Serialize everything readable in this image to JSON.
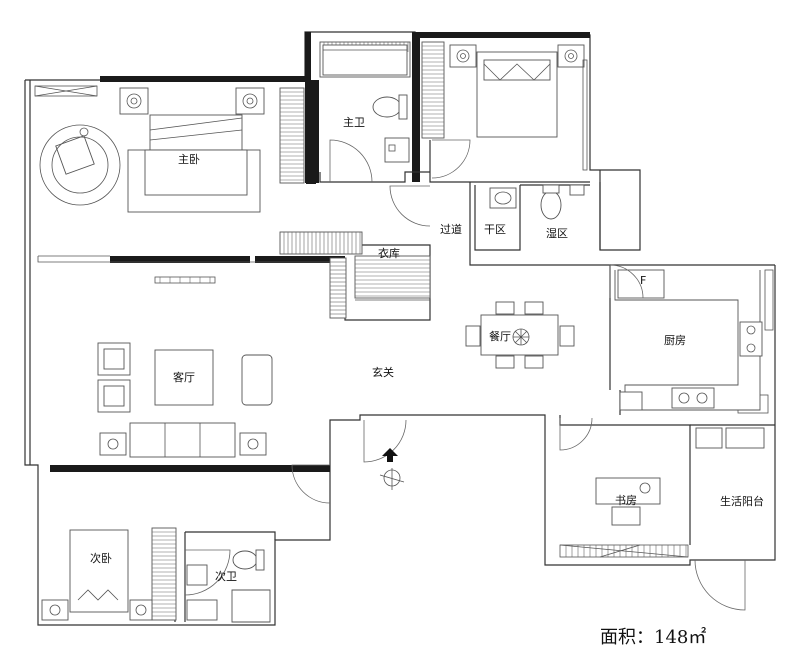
{
  "rooms": {
    "master_bedroom": "主卧",
    "master_bath": "主卫",
    "bedroom_2": "次卧",
    "master_closet": "衣库",
    "corridor": "过道",
    "dry_zone": "干区",
    "wet_zone": "湿区",
    "dining": "餐厅",
    "living_room": "客厅",
    "entrance": "玄关",
    "kitchen": "厨房",
    "study": "书房",
    "utility_balcony": "生活阳台",
    "second_bedroom": "次卧",
    "second_bath": "次卫"
  },
  "area_label": "面积：148㎡",
  "colors": {
    "wall": "#1a1a1a",
    "line": "#333333",
    "background": "#ffffff"
  }
}
